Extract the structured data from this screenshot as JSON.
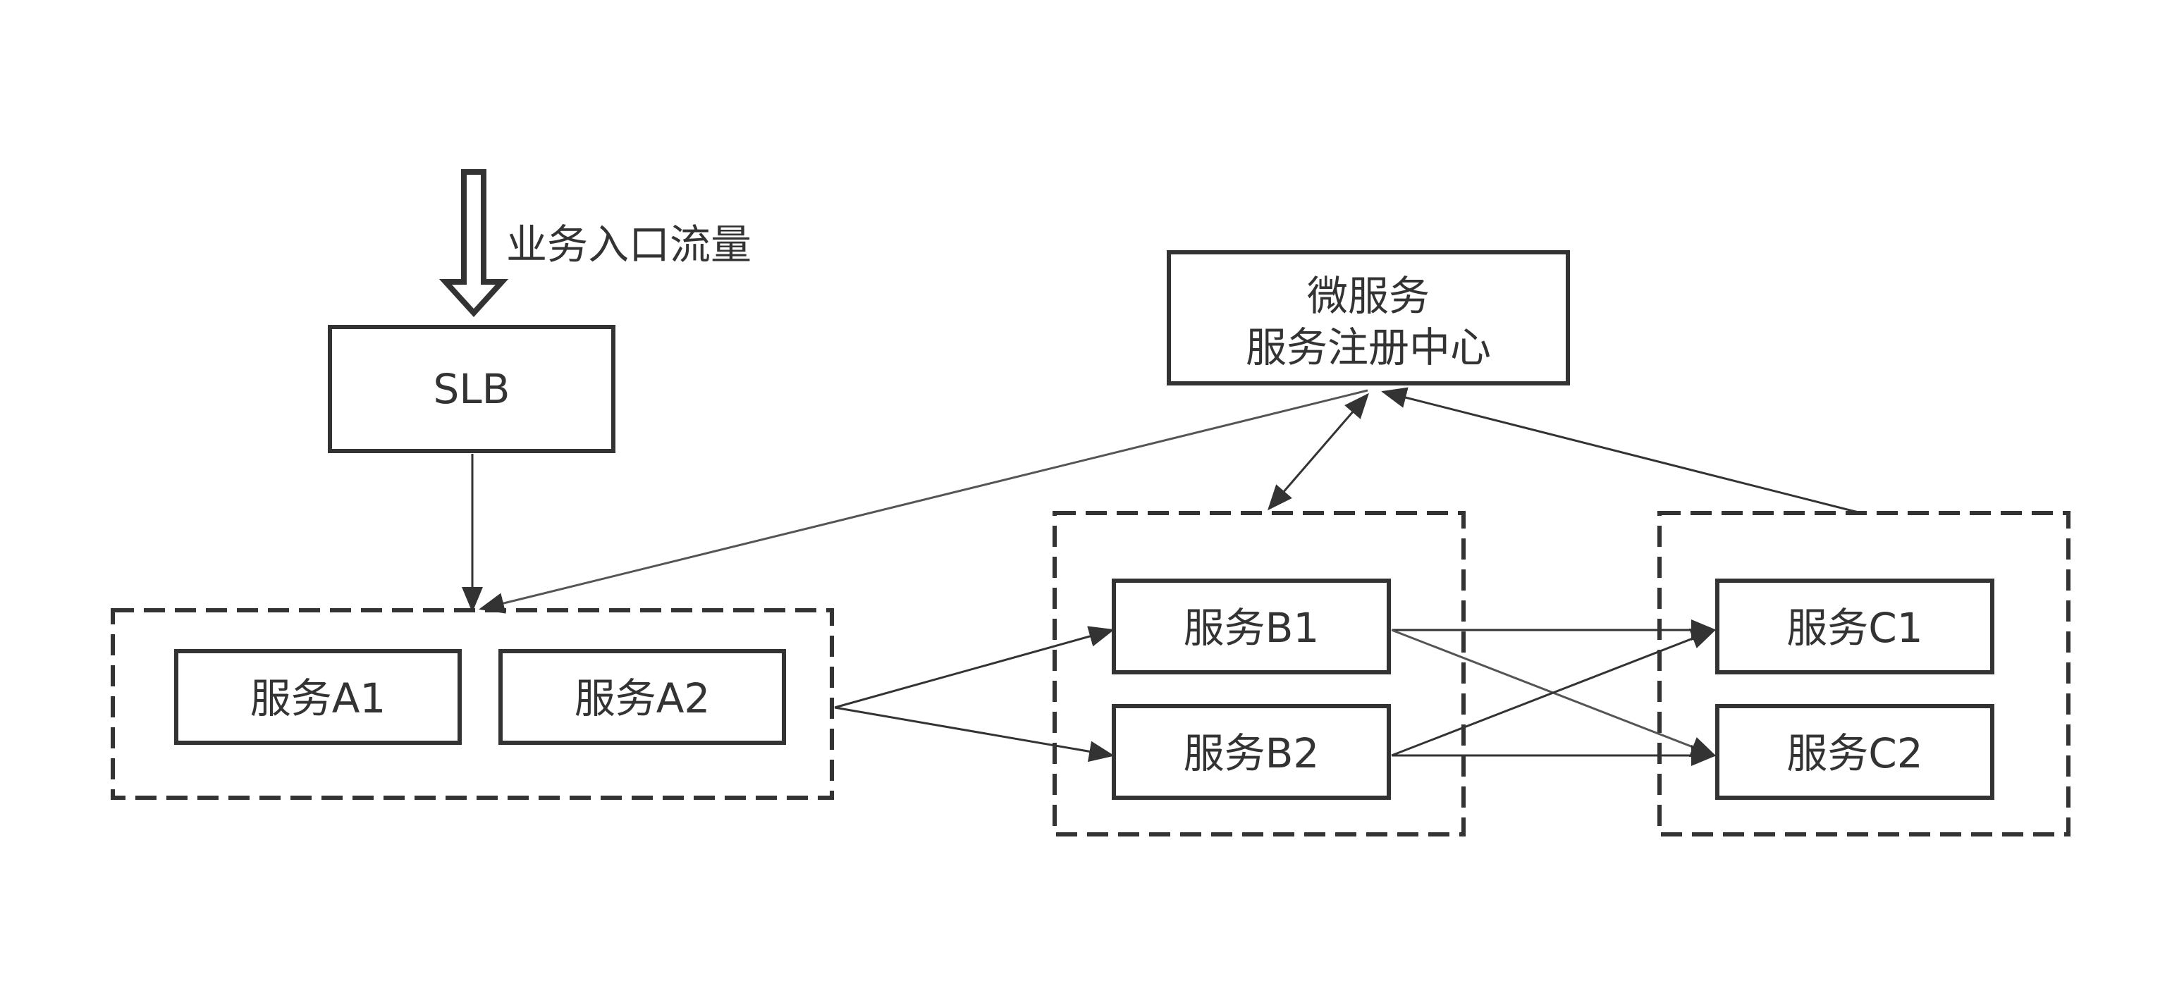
{
  "diagram": {
    "entry_label": "业务入口流量",
    "slb_label": "SLB",
    "registry": {
      "line1": "微服务",
      "line2": "服务注册中心"
    },
    "group_a": [
      "服务A1",
      "服务A2"
    ],
    "group_b": [
      "服务B1",
      "服务B2"
    ],
    "group_c": [
      "服务C1",
      "服务C2"
    ]
  },
  "colors": {
    "stroke": "#333333",
    "background": "#ffffff"
  }
}
